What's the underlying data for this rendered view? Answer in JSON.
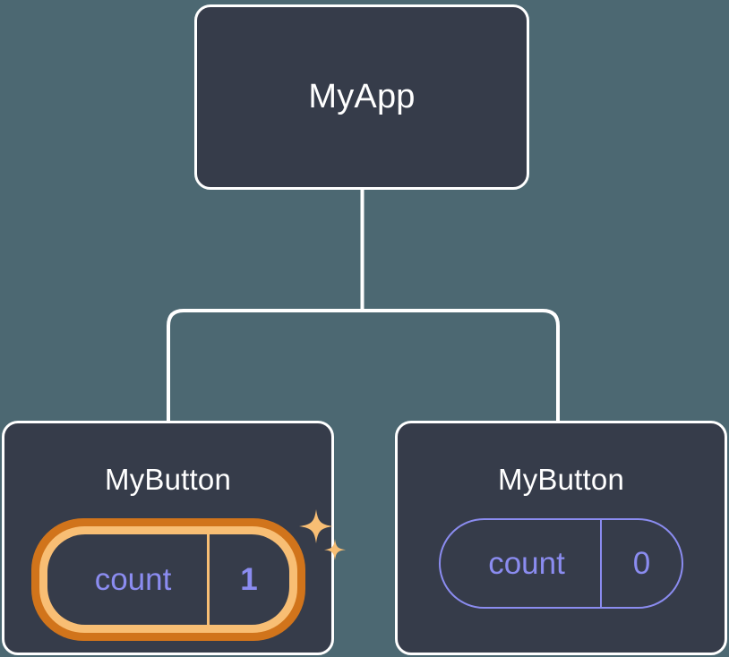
{
  "diagram": {
    "type": "component-tree",
    "title": "React component tree with state",
    "background_color": "#4c6872",
    "node_fill_color": "#363c4a",
    "node_border_color": "#ffffff",
    "connector_color": "#ffffff",
    "state_color": "#8b8cf0",
    "highlight_outer_color": "#d1741b",
    "highlight_inner_color": "#f8be74",
    "sparkle_color": "#f8be74"
  },
  "root": {
    "label": "MyApp"
  },
  "children": [
    {
      "label": "MyButton",
      "state": {
        "key": "count",
        "value": "1"
      },
      "highlighted": true,
      "sparkle_large": "sparkle-icon",
      "sparkle_small": "sparkle-icon"
    },
    {
      "label": "MyButton",
      "state": {
        "key": "count",
        "value": "0"
      },
      "highlighted": false
    }
  ]
}
